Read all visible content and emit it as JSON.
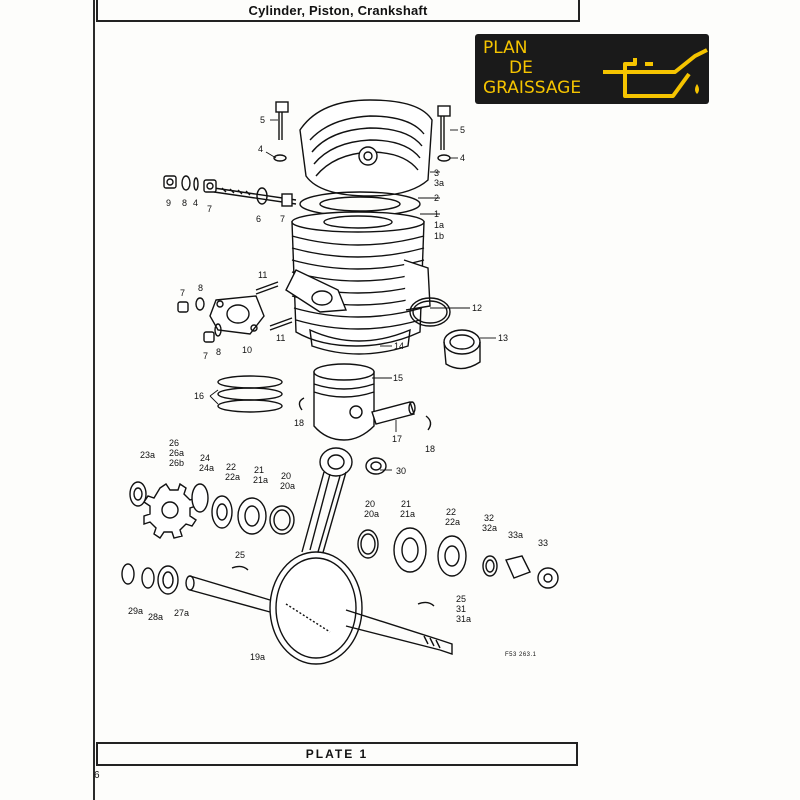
{
  "header": {
    "title": "Cylinder, Piston, Crankshaft"
  },
  "logo": {
    "line1": "PLAN",
    "line2": "DE",
    "line3": "GRAISSAGE",
    "icon": "oil-can-icon",
    "color": "#f5c400",
    "background": "#1a1a1a"
  },
  "callouts": {
    "c5l": "5",
    "c5r": "5",
    "c4l": "4",
    "c4r": "4",
    "c3": "3",
    "c3a": "3a",
    "c2": "2",
    "c1": "1",
    "c1a": "1a",
    "c1b": "1b",
    "c9": "9",
    "c8a": "8",
    "c4b": "4",
    "c7a": "7",
    "c6": "6",
    "c7b": "7",
    "c11a": "11",
    "c11b": "11",
    "c12": "12",
    "c13": "13",
    "c14": "14",
    "c7c": "7",
    "c8b": "8",
    "c7d": "7",
    "c8c": "8",
    "c10": "10",
    "c15": "15",
    "c16": "16",
    "c17": "17",
    "c18a": "18",
    "c18b": "18",
    "c23a": "23a",
    "c26": "26",
    "c26a": "26a",
    "c26b": "26b",
    "c24": "24",
    "c24a": "24a",
    "c22": "22",
    "c22a": "22a",
    "c21": "21",
    "c21a": "21a",
    "c20": "20",
    "c20a": "20a",
    "c30": "30",
    "c20r": "20",
    "c20ar": "20a",
    "c21r": "21",
    "c21ar": "21a",
    "c22r": "22",
    "c22ar": "22a",
    "c32": "32",
    "c32a": "32a",
    "c33a": "33a",
    "c33": "33",
    "c25a": "25",
    "c25b": "25",
    "c31": "31",
    "c31a": "31a",
    "c29a": "29a",
    "c28a": "28a",
    "c27a": "27a",
    "c19a": "19a"
  },
  "figure_code": "F53 263.1",
  "footer": {
    "title": "PLATE 1"
  },
  "page_number": "6"
}
